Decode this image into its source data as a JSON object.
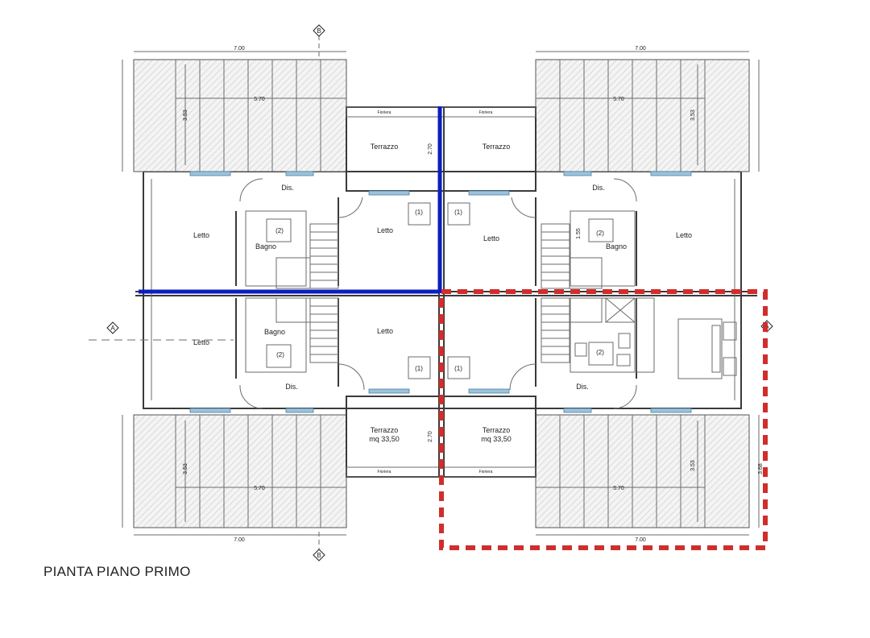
{
  "title": "PIANTA PIANO PRIMO",
  "rooms": {
    "terrazzo": "Terrazzo",
    "terrazzo_area": "mq 33,50",
    "letto": "Letto",
    "bagno": "Bagno",
    "dis": "Dis.",
    "fioriera": "Fioriera"
  },
  "dimensions": {
    "width_700": "7.00",
    "width_570": "5.70",
    "height_353": "3.53",
    "height_270": "2.70",
    "height_155": "1.55",
    "height_368": "3.68"
  },
  "markers": {
    "one": "(1)",
    "two": "(2)",
    "section_a": "A",
    "section_b": "B"
  },
  "colors": {
    "blue_line": "#0a1fbf",
    "red_dashed_outline": "#d12d2d",
    "window": "#9cc3dd"
  }
}
